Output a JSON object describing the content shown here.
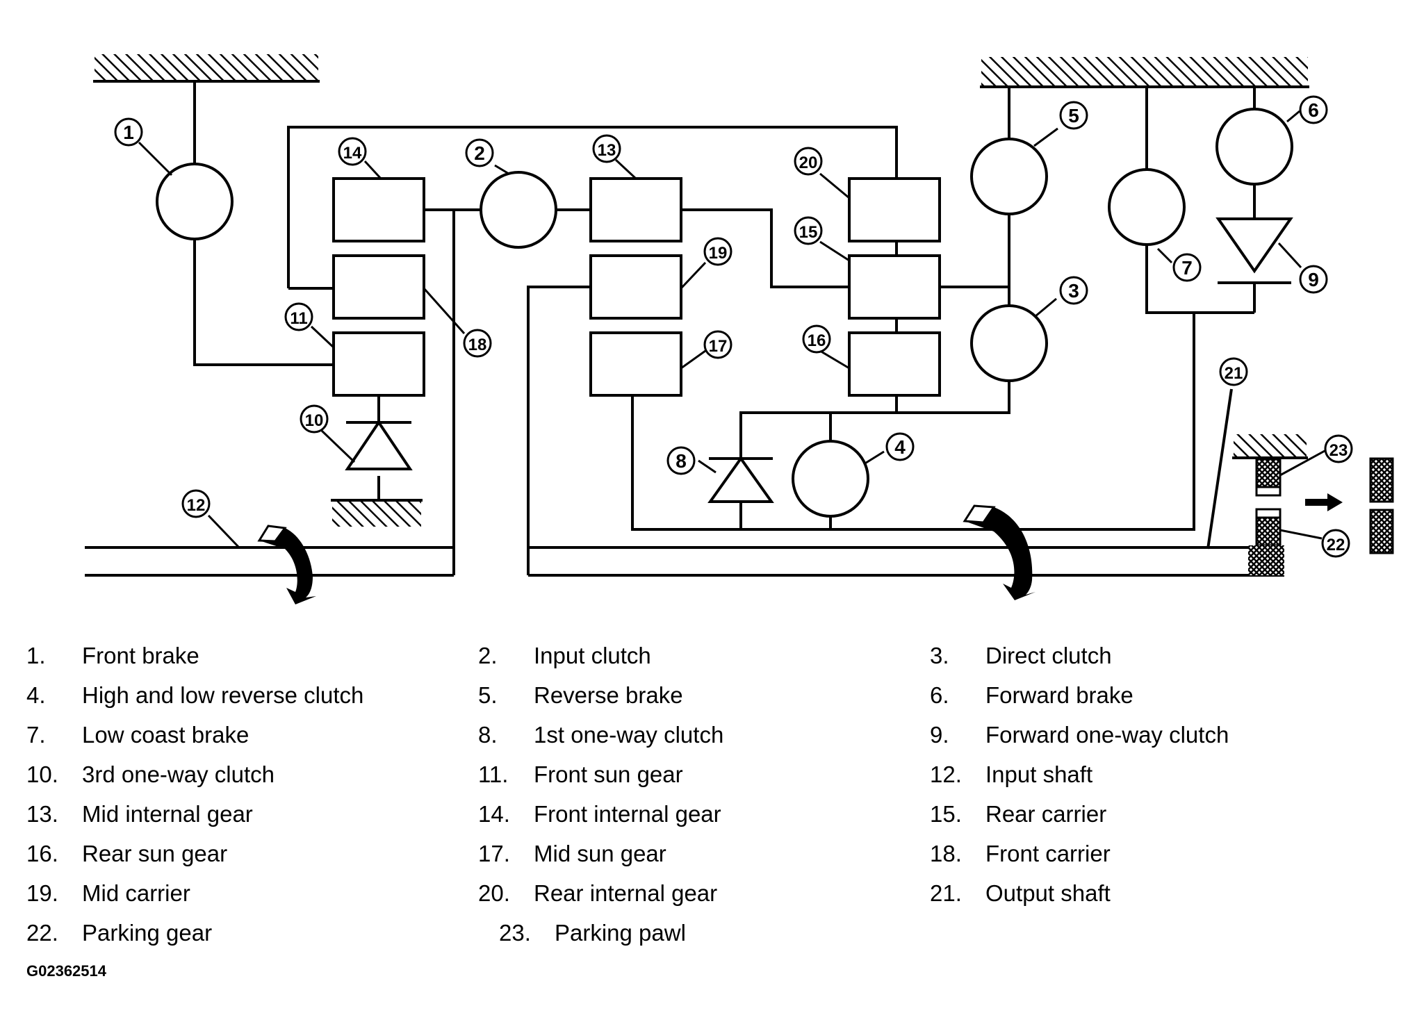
{
  "legend": [
    {
      "num": "1.",
      "label": "Front brake"
    },
    {
      "num": "2.",
      "label": "Input clutch"
    },
    {
      "num": "3.",
      "label": "Direct clutch"
    },
    {
      "num": "4.",
      "label": "High and low reverse clutch"
    },
    {
      "num": "5.",
      "label": "Reverse brake"
    },
    {
      "num": "6.",
      "label": "Forward brake"
    },
    {
      "num": "7.",
      "label": "Low coast brake"
    },
    {
      "num": "8.",
      "label": "1st one-way clutch"
    },
    {
      "num": "9.",
      "label": "Forward one-way clutch"
    },
    {
      "num": "10.",
      "label": "3rd one-way clutch"
    },
    {
      "num": "11.",
      "label": "Front sun gear"
    },
    {
      "num": "12.",
      "label": "Input shaft"
    },
    {
      "num": "13.",
      "label": "Mid internal gear"
    },
    {
      "num": "14.",
      "label": "Front internal gear"
    },
    {
      "num": "15.",
      "label": "Rear carrier"
    },
    {
      "num": "16.",
      "label": "Rear sun gear"
    },
    {
      "num": "17.",
      "label": "Mid sun gear"
    },
    {
      "num": "18.",
      "label": "Front carrier"
    },
    {
      "num": "19.",
      "label": "Mid carrier"
    },
    {
      "num": "20.",
      "label": "Rear internal gear"
    },
    {
      "num": "21.",
      "label": "Output shaft"
    },
    {
      "num": "22.",
      "label": "Parking gear"
    },
    {
      "num": "23.",
      "label": "Parking pawl"
    }
  ],
  "callouts": {
    "c1": "1",
    "c2": "2",
    "c3": "3",
    "c4": "4",
    "c5": "5",
    "c6": "6",
    "c7": "7",
    "c8": "8",
    "c9": "9",
    "c10": "10",
    "c11": "11",
    "c12": "12",
    "c13": "13",
    "c14": "14",
    "c15": "15",
    "c16": "16",
    "c17": "17",
    "c18": "18",
    "c19": "19",
    "c20": "20",
    "c21": "21",
    "c22": "22",
    "c23": "23"
  },
  "figure_code": "G02362514"
}
